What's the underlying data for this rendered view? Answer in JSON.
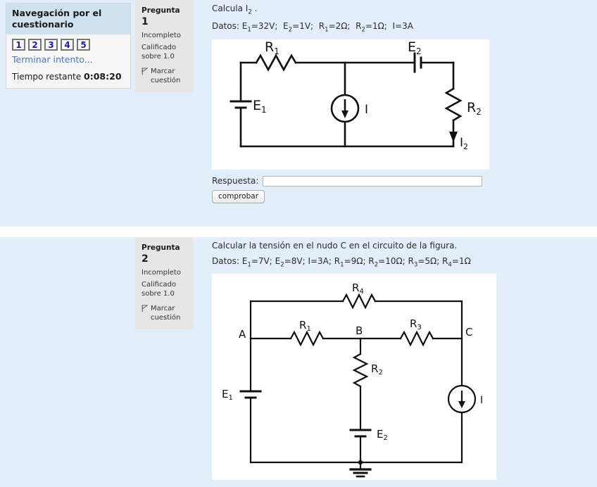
{
  "navigation": {
    "title": "Navegación por el cuestionario",
    "question_numbers": [
      "1",
      "2",
      "3",
      "4",
      "5"
    ],
    "finish_link": "Terminar intento...",
    "timer_label": "Tiempo restante",
    "timer_value": "0:08:20",
    "colors": {
      "header_bg": "#cfe0ef",
      "panel_bg": "#f6f6f6",
      "number_text": "#1616c8",
      "link_text": "#4a74c4"
    }
  },
  "questions": [
    {
      "info": {
        "label": "Pregunta",
        "number": "1",
        "state": "Incompleto",
        "graded": "Calificado sobre 1.0",
        "flag_text": "Marcar cuestión",
        "flag_icon": "flag-icon"
      },
      "prompt": "Calcula I2 .",
      "prompt_parts": {
        "pre": "Calcula I",
        "sub": "2",
        "post": " ."
      },
      "data_line": "Datos: E1=32V; E2=1V; R1=2Ω; R2=1Ω; I=3A",
      "answer_label": "Respuesta:",
      "answer_value": "",
      "answer_placeholder": "",
      "check_label": "comprobar",
      "circuit": {
        "name": "circuit-diagram-1",
        "labels": [
          "R1",
          "E2",
          "E1",
          "I",
          "R2",
          "I2"
        ],
        "given": {
          "E1": "32V",
          "E2": "1V",
          "R1": "2Ω",
          "R2": "1Ω",
          "I": "3A"
        }
      }
    },
    {
      "info": {
        "label": "Pregunta",
        "number": "2",
        "state": "Incompleto",
        "graded": "Calificado sobre 1.0",
        "flag_text": "Marcar cuestión",
        "flag_icon": "flag-icon"
      },
      "prompt": "Calcular la tensión en el nudo C en el circuito de la figura.",
      "data_line": "Datos: E1=7V; E2=8V; I=3A; R1=9Ω; R2=10Ω; R3=5Ω; R4=1Ω",
      "circuit": {
        "name": "circuit-diagram-2",
        "labels": [
          "R4",
          "R1",
          "R3",
          "A",
          "B",
          "C",
          "R2",
          "E1",
          "E2",
          "I"
        ],
        "given": {
          "E1": "7V",
          "E2": "8V",
          "I": "3A",
          "R1": "9Ω",
          "R2": "10Ω",
          "R3": "5Ω",
          "R4": "1Ω"
        }
      }
    }
  ],
  "page": {
    "background": "#ffffff",
    "question_bg": "#e2eefa",
    "info_bg": "#e6e6e6"
  }
}
